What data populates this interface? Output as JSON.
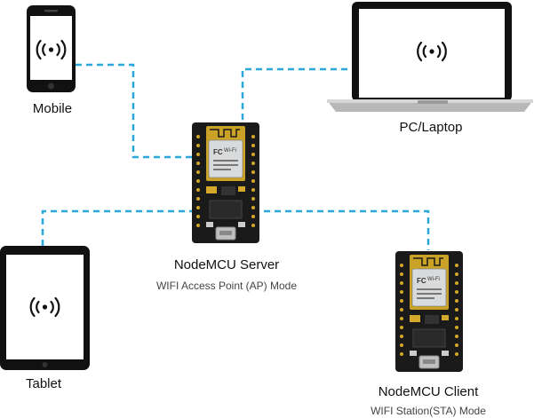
{
  "devices": {
    "mobile": {
      "label": "Mobile",
      "icon": "wifi-signal-icon"
    },
    "laptop": {
      "label": "PC/Laptop",
      "icon": "wifi-signal-icon"
    },
    "tablet": {
      "label": "Tablet",
      "icon": "wifi-signal-icon"
    },
    "server": {
      "label": "NodeMCU Server",
      "mode": "WIFI Access Point (AP) Mode"
    },
    "client": {
      "label": "NodeMCU Client",
      "mode": "WIFI Station(STA) Mode"
    }
  },
  "colors": {
    "link": "#2aa8dc",
    "device_body": "#111111",
    "screen": "#ffffff",
    "board": "#1a1a1a",
    "module": "#c9a227"
  }
}
